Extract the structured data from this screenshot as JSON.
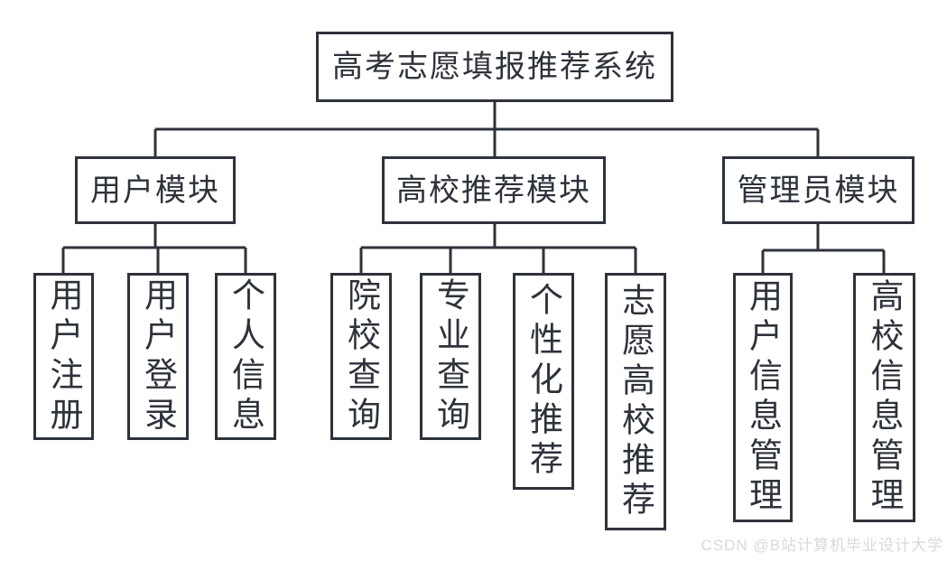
{
  "diagram": {
    "root": {
      "label": "高考志愿填报推荐系统"
    },
    "modules": [
      {
        "label": "用户模块",
        "children": [
          {
            "label": "用户注册"
          },
          {
            "label": "用户登录"
          },
          {
            "label": "个人信息"
          }
        ]
      },
      {
        "label": "高校推荐模块",
        "children": [
          {
            "label": "院校查询"
          },
          {
            "label": "专业查询"
          },
          {
            "label": "个性化推荐"
          },
          {
            "label": "志愿高校推荐"
          }
        ]
      },
      {
        "label": "管理员模块",
        "children": [
          {
            "label": "用户信息管理"
          },
          {
            "label": "高校信息管理"
          }
        ]
      }
    ]
  },
  "watermark": {
    "text": "CSDN @B站计算机毕业设计大学"
  },
  "colors": {
    "line": "#2e323a",
    "text": "#2e323a",
    "background": "#ffffff",
    "watermark": "#d9d9d9"
  }
}
